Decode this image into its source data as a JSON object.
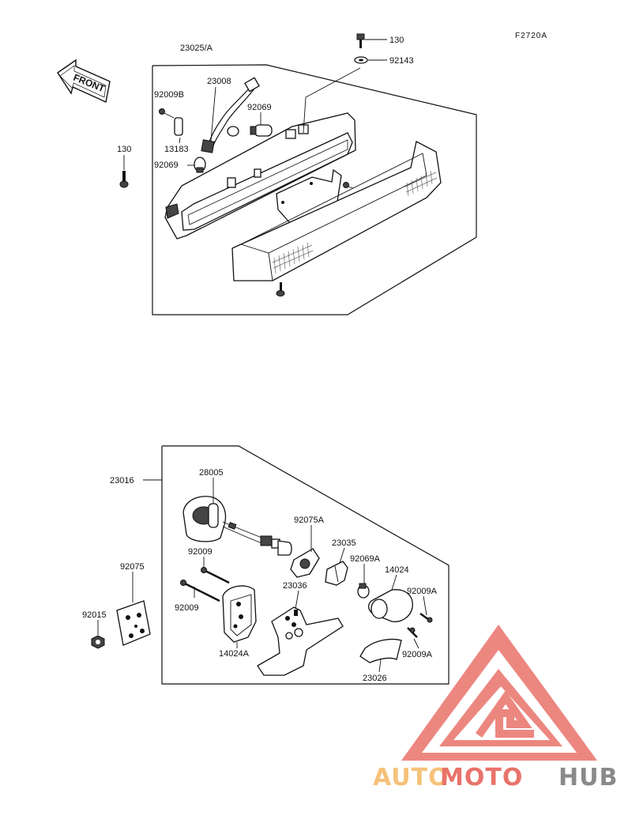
{
  "diagram_ref": "F2720A",
  "front_label": "FRONT",
  "colors": {
    "line": "#111111",
    "logo_red": "#e9736b",
    "logo_orange": "#f6c27a",
    "logo_grey": "#8a8a8a"
  },
  "upper_labels": {
    "assembly": "23025/A",
    "bolt_top": "130",
    "washer": "92143",
    "harness": "23008",
    "screw_b": "92009B",
    "bulb_upper": "92069",
    "lens_small": "13183",
    "bulb_lower": "92069",
    "bolt_left": "130"
  },
  "lower_labels": {
    "assembly": "23016",
    "socket": "28005",
    "holder": "92075A",
    "bracket_small": "23035",
    "screw_long_upper": "92009",
    "bulb": "92069A",
    "lens_14024": "14024",
    "screw_right_upper": "92009A",
    "plate_92075": "92075",
    "screw_long_lower": "92009",
    "bracket_23036": "23036",
    "nut": "92015",
    "housing": "14024A",
    "screw_right_lower": "92009A",
    "cover": "23026"
  },
  "watermark": {
    "part1": "AUTO",
    "part2": "MOTO",
    "part3": "HUB"
  }
}
